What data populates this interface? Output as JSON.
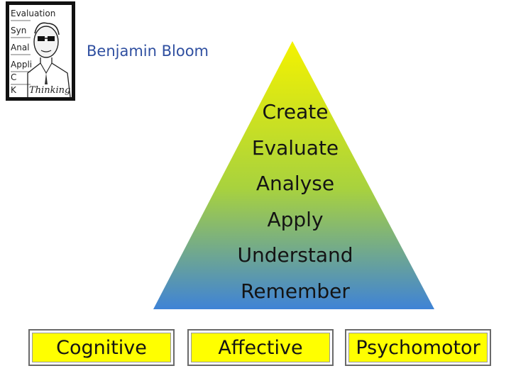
{
  "header": {
    "author_name": "Benjamin Bloom",
    "portrait": {
      "icon": "bloom-portrait-sketch-icon",
      "label_fragments": [
        "Evaluation",
        "Syn",
        "Anal",
        "Appli",
        "C",
        "K",
        "Thinking"
      ]
    }
  },
  "pyramid": {
    "colors": {
      "top": "#f4f200",
      "middle": "#a8d23e",
      "bottom": "#3f83d6"
    },
    "levels": [
      "Create",
      "Evaluate",
      "Analyse",
      "Apply",
      "Understand",
      "Remember"
    ]
  },
  "domains": {
    "box_fill": "#ffff00",
    "items": [
      "Cognitive",
      "Affective",
      "Psychomotor"
    ]
  }
}
